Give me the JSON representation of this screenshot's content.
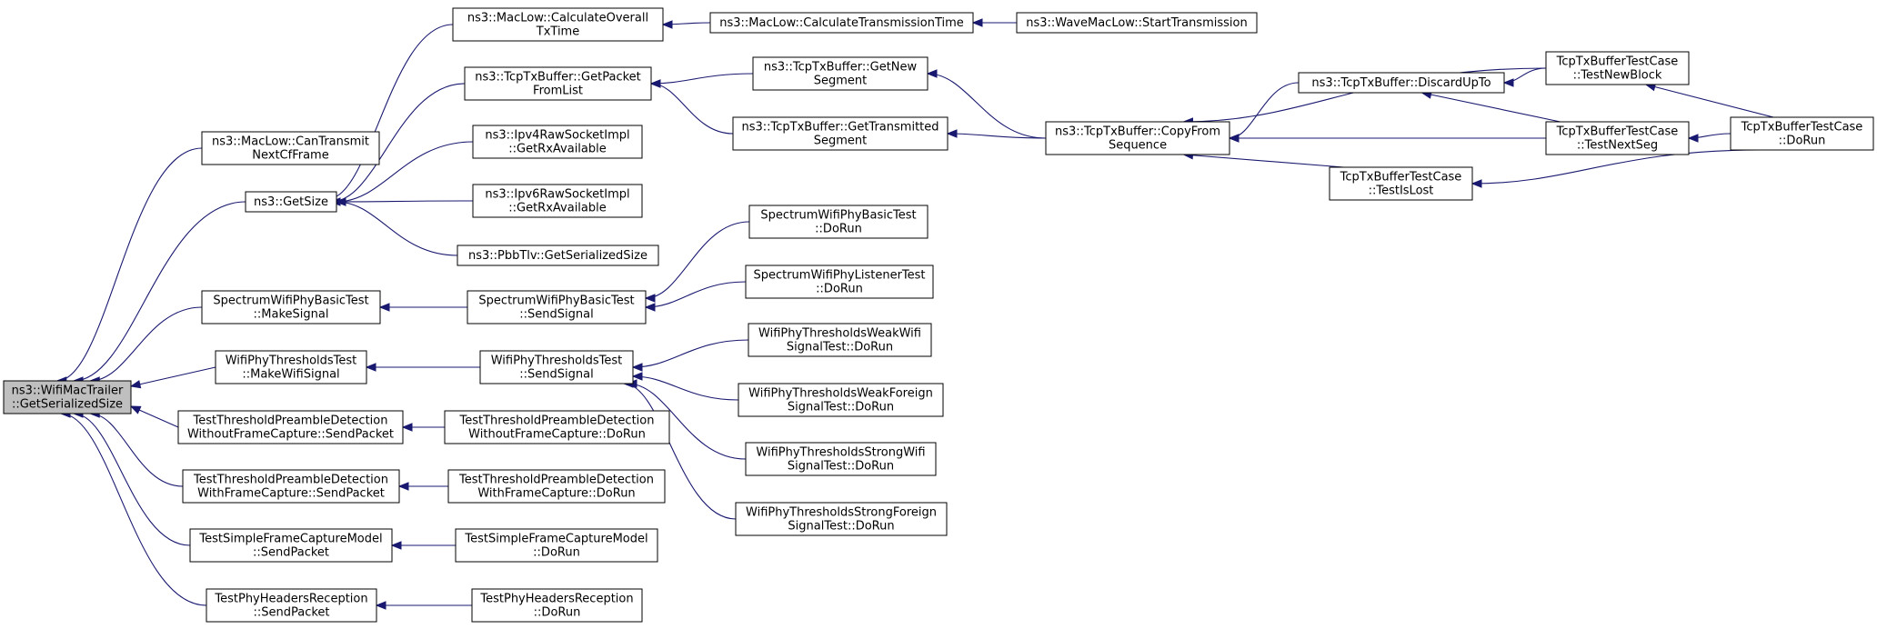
{
  "colors": {
    "edge": "#191970",
    "node_border": "#000000",
    "root_fill": "#bfbfbf",
    "node_fill": "#ffffff"
  },
  "nodes": [
    {
      "id": "root",
      "lines": [
        "ns3::WifiMacTrailer",
        "::GetSerializedSize"
      ]
    },
    {
      "id": "maclow_cantransmit",
      "lines": [
        "ns3::MacLow::CanTransmit",
        "NextCfFrame"
      ]
    },
    {
      "id": "getsize",
      "lines": [
        "ns3::GetSize"
      ]
    },
    {
      "id": "spectrum_makesignal",
      "lines": [
        "SpectrumWifiPhyBasicTest",
        "::MakeSignal"
      ]
    },
    {
      "id": "thresholds_makewifisignal",
      "lines": [
        "WifiPhyThresholdsTest",
        "::MakeWifiSignal"
      ]
    },
    {
      "id": "tpd_without_sendpacket",
      "lines": [
        "TestThresholdPreambleDetection",
        "WithoutFrameCapture::SendPacket"
      ]
    },
    {
      "id": "tpd_with_sendpacket",
      "lines": [
        "TestThresholdPreambleDetection",
        "WithFrameCapture::SendPacket"
      ]
    },
    {
      "id": "tsfc_sendpacket",
      "lines": [
        "TestSimpleFrameCaptureModel",
        "::SendPacket"
      ]
    },
    {
      "id": "tphr_sendpacket",
      "lines": [
        "TestPhyHeadersReception",
        "::SendPacket"
      ]
    },
    {
      "id": "maclow_calcoverall",
      "lines": [
        "ns3::MacLow::CalculateOverall",
        "TxTime"
      ]
    },
    {
      "id": "tcptx_getpacketfromlist",
      "lines": [
        "ns3::TcpTxBuffer::GetPacket",
        "FromList"
      ]
    },
    {
      "id": "ipv4raw_getrx",
      "lines": [
        "ns3::Ipv4RawSocketImpl",
        "::GetRxAvailable"
      ]
    },
    {
      "id": "ipv6raw_getrx",
      "lines": [
        "ns3::Ipv6RawSocketImpl",
        "::GetRxAvailable"
      ]
    },
    {
      "id": "pbbtlv_getser",
      "lines": [
        "ns3::PbbTlv::GetSerializedSize"
      ]
    },
    {
      "id": "spectrum_sendsignal",
      "lines": [
        "SpectrumWifiPhyBasicTest",
        "::SendSignal"
      ]
    },
    {
      "id": "thresholds_sendsignal",
      "lines": [
        "WifiPhyThresholdsTest",
        "::SendSignal"
      ]
    },
    {
      "id": "tpd_without_dorun",
      "lines": [
        "TestThresholdPreambleDetection",
        "WithoutFrameCapture::DoRun"
      ]
    },
    {
      "id": "tpd_with_dorun",
      "lines": [
        "TestThresholdPreambleDetection",
        "WithFrameCapture::DoRun"
      ]
    },
    {
      "id": "tsfc_dorun",
      "lines": [
        "TestSimpleFrameCaptureModel",
        "::DoRun"
      ]
    },
    {
      "id": "tphr_dorun",
      "lines": [
        "TestPhyHeadersReception",
        "::DoRun"
      ]
    },
    {
      "id": "maclow_calctransmission",
      "lines": [
        "ns3::MacLow::CalculateTransmissionTime"
      ]
    },
    {
      "id": "tcptx_getnewsegment",
      "lines": [
        "ns3::TcpTxBuffer::GetNew",
        "Segment"
      ]
    },
    {
      "id": "tcptx_gettransmittedsegment",
      "lines": [
        "ns3::TcpTxBuffer::GetTransmitted",
        "Segment"
      ]
    },
    {
      "id": "spectrum_basic_dorun",
      "lines": [
        "SpectrumWifiPhyBasicTest",
        "::DoRun"
      ]
    },
    {
      "id": "spectrum_listener_dorun",
      "lines": [
        "SpectrumWifiPhyListenerTest",
        "::DoRun"
      ]
    },
    {
      "id": "thr_weakwifi",
      "lines": [
        "WifiPhyThresholdsWeakWifi",
        "SignalTest::DoRun"
      ]
    },
    {
      "id": "thr_weakforeign",
      "lines": [
        "WifiPhyThresholdsWeakForeign",
        "SignalTest::DoRun"
      ]
    },
    {
      "id": "thr_strongwifi",
      "lines": [
        "WifiPhyThresholdsStrongWifi",
        "SignalTest::DoRun"
      ]
    },
    {
      "id": "thr_strongforeign",
      "lines": [
        "WifiPhyThresholdsStrongForeign",
        "SignalTest::DoRun"
      ]
    },
    {
      "id": "wavemaclow_start",
      "lines": [
        "ns3::WaveMacLow::StartTransmission"
      ]
    },
    {
      "id": "tcptx_copyfromsequence",
      "lines": [
        "ns3::TcpTxBuffer::CopyFrom",
        "Sequence"
      ]
    },
    {
      "id": "tcptx_discardupto",
      "lines": [
        "ns3::TcpTxBuffer::DiscardUpTo"
      ]
    },
    {
      "id": "tcptest_testislost",
      "lines": [
        "TcpTxBufferTestCase",
        "::TestIsLost"
      ]
    },
    {
      "id": "tcptest_testnewblock",
      "lines": [
        "TcpTxBufferTestCase",
        "::TestNewBlock"
      ]
    },
    {
      "id": "tcptest_testnextseg",
      "lines": [
        "TcpTxBufferTestCase",
        "::TestNextSeg"
      ]
    },
    {
      "id": "tcptest_dorun",
      "lines": [
        "TcpTxBufferTestCase",
        "::DoRun"
      ]
    }
  ],
  "edges": [
    [
      "maclow_cantransmit",
      "root"
    ],
    [
      "getsize",
      "root"
    ],
    [
      "spectrum_makesignal",
      "root"
    ],
    [
      "thresholds_makewifisignal",
      "root"
    ],
    [
      "tpd_without_sendpacket",
      "root"
    ],
    [
      "tpd_with_sendpacket",
      "root"
    ],
    [
      "tsfc_sendpacket",
      "root"
    ],
    [
      "tphr_sendpacket",
      "root"
    ],
    [
      "maclow_calcoverall",
      "getsize"
    ],
    [
      "tcptx_getpacketfromlist",
      "getsize"
    ],
    [
      "ipv4raw_getrx",
      "getsize"
    ],
    [
      "ipv6raw_getrx",
      "getsize"
    ],
    [
      "pbbtlv_getser",
      "getsize"
    ],
    [
      "spectrum_sendsignal",
      "spectrum_makesignal"
    ],
    [
      "thresholds_sendsignal",
      "thresholds_makewifisignal"
    ],
    [
      "tpd_without_dorun",
      "tpd_without_sendpacket"
    ],
    [
      "tpd_with_dorun",
      "tpd_with_sendpacket"
    ],
    [
      "tsfc_dorun",
      "tsfc_sendpacket"
    ],
    [
      "tphr_dorun",
      "tphr_sendpacket"
    ],
    [
      "maclow_calctransmission",
      "maclow_calcoverall"
    ],
    [
      "tcptx_getnewsegment",
      "tcptx_getpacketfromlist"
    ],
    [
      "tcptx_gettransmittedsegment",
      "tcptx_getpacketfromlist"
    ],
    [
      "spectrum_basic_dorun",
      "spectrum_sendsignal"
    ],
    [
      "spectrum_listener_dorun",
      "spectrum_sendsignal"
    ],
    [
      "thr_weakwifi",
      "thresholds_sendsignal"
    ],
    [
      "thr_weakforeign",
      "thresholds_sendsignal"
    ],
    [
      "thr_strongwifi",
      "thresholds_sendsignal"
    ],
    [
      "thr_strongforeign",
      "thresholds_sendsignal"
    ],
    [
      "wavemaclow_start",
      "maclow_calctransmission"
    ],
    [
      "tcptx_copyfromsequence",
      "tcptx_getnewsegment"
    ],
    [
      "tcptx_copyfromsequence",
      "tcptx_gettransmittedsegment"
    ],
    [
      "tcptx_discardupto",
      "tcptx_copyfromsequence"
    ],
    [
      "tcptest_testnewblock",
      "tcptx_copyfromsequence"
    ],
    [
      "tcptest_testnextseg",
      "tcptx_copyfromsequence"
    ],
    [
      "tcptest_testislost",
      "tcptx_copyfromsequence"
    ],
    [
      "tcptest_testnewblock",
      "tcptx_discardupto"
    ],
    [
      "tcptest_testnextseg",
      "tcptx_discardupto"
    ],
    [
      "tcptest_dorun",
      "tcptest_testnewblock"
    ],
    [
      "tcptest_dorun",
      "tcptest_testnextseg"
    ],
    [
      "tcptest_dorun",
      "tcptest_testislost"
    ]
  ]
}
